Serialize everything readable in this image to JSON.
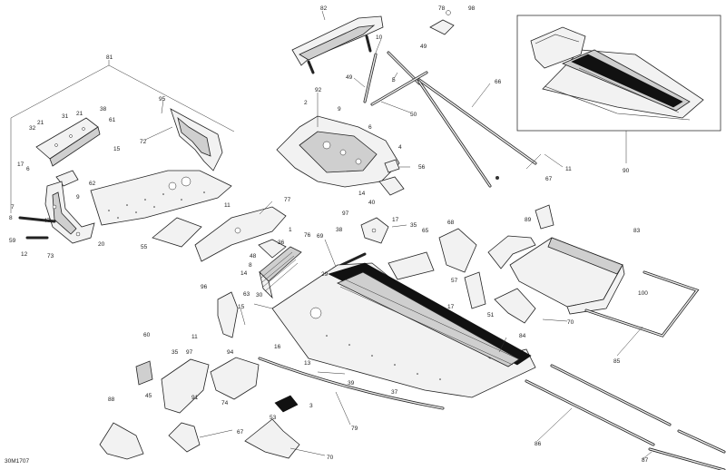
{
  "diagram": {
    "code": "30M1707",
    "callouts": [
      {
        "id": "c82",
        "text": "82"
      },
      {
        "id": "c78",
        "text": "78"
      },
      {
        "id": "c98",
        "text": "98"
      },
      {
        "id": "c10",
        "text": "10"
      },
      {
        "id": "c49a",
        "text": "49"
      },
      {
        "id": "c49b",
        "text": "49"
      },
      {
        "id": "c5",
        "text": "5"
      },
      {
        "id": "c66",
        "text": "66"
      },
      {
        "id": "c50",
        "text": "50"
      },
      {
        "id": "c9a",
        "text": "9"
      },
      {
        "id": "c92",
        "text": "92"
      },
      {
        "id": "c2",
        "text": "2"
      },
      {
        "id": "c6",
        "text": "6"
      },
      {
        "id": "c81",
        "text": "81"
      },
      {
        "id": "c95",
        "text": "95"
      },
      {
        "id": "c72",
        "text": "72"
      },
      {
        "id": "c38a",
        "text": "38"
      },
      {
        "id": "c31",
        "text": "31"
      },
      {
        "id": "c21a",
        "text": "21"
      },
      {
        "id": "c21b",
        "text": "21"
      },
      {
        "id": "c32",
        "text": "32"
      },
      {
        "id": "c61",
        "text": "61"
      },
      {
        "id": "c15a",
        "text": "15"
      },
      {
        "id": "c17a",
        "text": "17"
      },
      {
        "id": "c6b",
        "text": "6"
      },
      {
        "id": "c62",
        "text": "62"
      },
      {
        "id": "c9b",
        "text": "9"
      },
      {
        "id": "c7",
        "text": "7"
      },
      {
        "id": "c8",
        "text": "8"
      },
      {
        "id": "c47",
        "text": "47"
      },
      {
        "id": "c59",
        "text": "59"
      },
      {
        "id": "c12",
        "text": "12"
      },
      {
        "id": "c73",
        "text": "73"
      },
      {
        "id": "c20",
        "text": "20"
      },
      {
        "id": "c11a",
        "text": "11"
      },
      {
        "id": "c77",
        "text": "77"
      },
      {
        "id": "c55",
        "text": "55"
      },
      {
        "id": "c1",
        "text": "1"
      },
      {
        "id": "c76",
        "text": "76"
      },
      {
        "id": "c4",
        "text": "4"
      },
      {
        "id": "c56",
        "text": "56"
      },
      {
        "id": "c14a",
        "text": "14"
      },
      {
        "id": "c40",
        "text": "40"
      },
      {
        "id": "c97a",
        "text": "97"
      },
      {
        "id": "c17b",
        "text": "17"
      },
      {
        "id": "c38b",
        "text": "38"
      },
      {
        "id": "c35a",
        "text": "35"
      },
      {
        "id": "c69",
        "text": "69"
      },
      {
        "id": "c65",
        "text": "65"
      },
      {
        "id": "c68",
        "text": "68"
      },
      {
        "id": "c67a",
        "text": "67"
      },
      {
        "id": "c89",
        "text": "89"
      },
      {
        "id": "c83",
        "text": "83"
      },
      {
        "id": "c90",
        "text": "90"
      },
      {
        "id": "c11b",
        "text": "11"
      },
      {
        "id": "c36",
        "text": "36"
      },
      {
        "id": "c48",
        "text": "48"
      },
      {
        "id": "c14b",
        "text": "14"
      },
      {
        "id": "c8b",
        "text": "8"
      },
      {
        "id": "c63",
        "text": "63"
      },
      {
        "id": "c29",
        "text": "29"
      },
      {
        "id": "c57",
        "text": "57"
      },
      {
        "id": "c17c",
        "text": "17"
      },
      {
        "id": "c51",
        "text": "51"
      },
      {
        "id": "c70a",
        "text": "70"
      },
      {
        "id": "c100",
        "text": "100"
      },
      {
        "id": "c85",
        "text": "85"
      },
      {
        "id": "c96",
        "text": "96"
      },
      {
        "id": "c30",
        "text": "30"
      },
      {
        "id": "c15b",
        "text": "15"
      },
      {
        "id": "c11c",
        "text": "11"
      },
      {
        "id": "c60",
        "text": "60"
      },
      {
        "id": "c35b",
        "text": "35"
      },
      {
        "id": "c97b",
        "text": "97"
      },
      {
        "id": "c94",
        "text": "94"
      },
      {
        "id": "c16",
        "text": "16"
      },
      {
        "id": "c13",
        "text": "13"
      },
      {
        "id": "c84",
        "text": "84"
      },
      {
        "id": "c45",
        "text": "45"
      },
      {
        "id": "c91",
        "text": "91"
      },
      {
        "id": "c74",
        "text": "74"
      },
      {
        "id": "c39",
        "text": "39"
      },
      {
        "id": "c37",
        "text": "37"
      },
      {
        "id": "c3",
        "text": "3"
      },
      {
        "id": "c88",
        "text": "88"
      },
      {
        "id": "c53",
        "text": "53"
      },
      {
        "id": "c79",
        "text": "79"
      },
      {
        "id": "c86",
        "text": "86"
      },
      {
        "id": "c67b",
        "text": "67"
      },
      {
        "id": "c70b",
        "text": "70"
      },
      {
        "id": "c87",
        "text": "87"
      }
    ]
  }
}
